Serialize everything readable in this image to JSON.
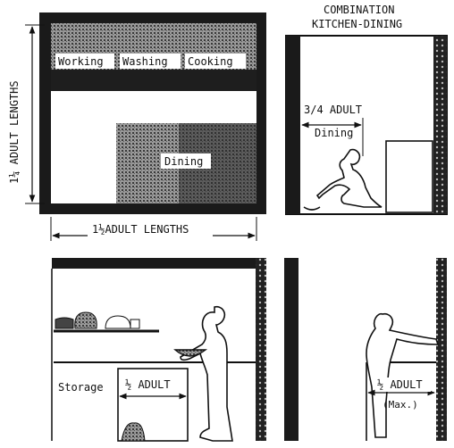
{
  "plan": {
    "zones": [
      "Working",
      "Washing",
      "Cooking"
    ],
    "dining_label": "Dining",
    "height_dim": "1¼ ADULT LENGTHS",
    "width_dim": "1½ADULT LENGTHS"
  },
  "top_right": {
    "title_line1": "COMBINATION",
    "title_line2": "KITCHEN-DINING",
    "dim_label": "3/4 ADULT",
    "dining_label": "Dining"
  },
  "bottom_left": {
    "storage_label": "Storage",
    "dim_label": "½ ADULT"
  },
  "bottom_right": {
    "dim_label": "½ ADULT",
    "max_label": "(Max.)"
  },
  "colors": {
    "ink": "#111111",
    "dark_fill": "#1a1a1a",
    "stipple": "#777777",
    "paper": "#ffffff"
  }
}
